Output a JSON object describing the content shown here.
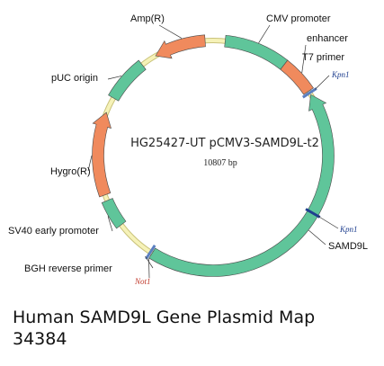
{
  "plasmid": {
    "name": "HG25427-UT pCMV3-SAMD9L-t2",
    "size": "10807 bp"
  },
  "features": [
    {
      "label": "CMV promoter",
      "color": "#5fc59a"
    },
    {
      "label": "enhancer",
      "color": "#f08a5d"
    },
    {
      "label": "T7 primer",
      "color": "#5b7fc0"
    },
    {
      "label": "SAMD9L",
      "color": "#5fc59a"
    },
    {
      "label": "BGH reverse primer",
      "color": "#5b7fc0"
    },
    {
      "label": "SV40 early promoter",
      "color": "#5fc59a"
    },
    {
      "label": "Hygro(R)",
      "color": "#f08a5d"
    },
    {
      "label": "pUC origin",
      "color": "#5fc59a"
    },
    {
      "label": "Amp(R)",
      "color": "#f08a5d"
    }
  ],
  "sites": [
    {
      "label": "Kpn1",
      "color": "#1f3f8f"
    },
    {
      "label": "Kpn1",
      "color": "#1f3f8f"
    },
    {
      "label": "Not1",
      "color": "#c0392b"
    }
  ],
  "caption": {
    "line1": "Human SAMD9L Gene Plasmid Map",
    "line2": "34384"
  },
  "colors": {
    "backbone": "#f6f2b8",
    "backbone_edge": "#c9c27a"
  }
}
